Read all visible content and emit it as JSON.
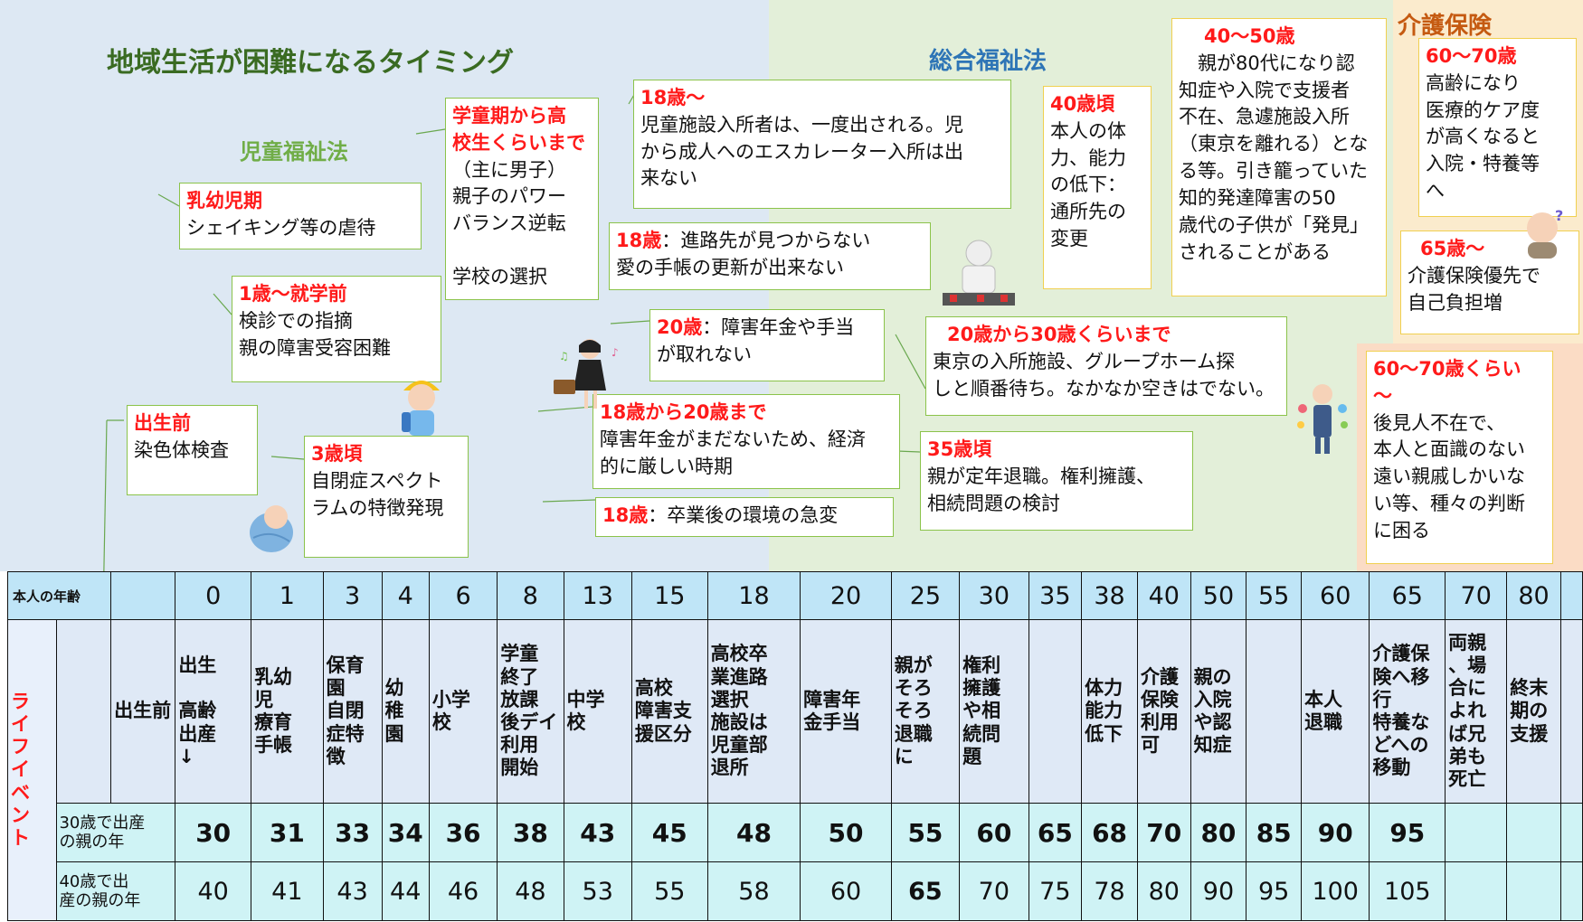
{
  "titles": {
    "main": "地域生活が困難になるタイミング",
    "child_law": "児童福祉法",
    "general_law": "総合福祉法",
    "care_insurance": "介護保険"
  },
  "cards": {
    "infant": {
      "head": "乳幼児期",
      "body": [
        "シェイキング等の虐待"
      ]
    },
    "school": {
      "head": [
        "学童期から高",
        "校生くらいまで"
      ],
      "body": [
        "（主に男子）",
        "親子のパワー",
        "バランス逆転",
        "",
        "学校の選択"
      ]
    },
    "preschool": {
      "head": "1歳～就学前",
      "body": [
        "検診での指摘",
        "親の障害受容困難"
      ]
    },
    "prenatal": {
      "head": "出生前",
      "body": [
        "染色体検査"
      ]
    },
    "age3": {
      "head": "3歳頃",
      "body": [
        "自閉症スペクト",
        "ラムの特徴発現"
      ]
    },
    "age18a": {
      "head": "18歳～",
      "body": [
        "児童施設入所者は、一度出される。児",
        "から成人へのエスカレーター入所は出",
        "来ない"
      ]
    },
    "age18b": {
      "head": "18歳",
      "text": "：進路先が見つからない",
      "body": [
        "愛の手帳の更新が出来ない"
      ]
    },
    "age20": {
      "head": "20歳",
      "text": "：障害年金や手当",
      "body": [
        "が取れない"
      ]
    },
    "age18to20": {
      "head": "18歳から20歳まで",
      "body": [
        "障害年金がまだないため、経済",
        "的に厳しい時期"
      ]
    },
    "age18c": {
      "head": "18歳",
      "text": "：卒業後の環境の急変"
    },
    "age40": {
      "head": "40歳頃",
      "body": [
        "本人の体",
        "力、能力",
        "の低下：",
        "通所先の",
        "変更"
      ]
    },
    "age40to50": {
      "head": "40～50歳",
      "body": [
        "　親が80代になり認",
        "知症や入院で支援者",
        "不在、急遽施設入所",
        "（東京を離れる）とな",
        "る等。引き籠っていた",
        "知的発達障害の50",
        "歳代の子供が「発見」",
        "されることがある"
      ]
    },
    "age60to70a": {
      "head": "60～70歳",
      "body": [
        "高齢になり",
        "医療的ケア度",
        "が高くなると",
        "入院・特養等",
        "へ"
      ]
    },
    "age65": {
      "head": "65歳～",
      "body": [
        "介護保険優先で",
        "自己負担増"
      ]
    },
    "age20to30": {
      "head": "20歳から30歳くらいまで",
      "body": [
        "東京の入所施設、グループホーム探",
        "しと順番待ち。なかなか空きはでない。"
      ]
    },
    "age35": {
      "head": "35歳頃",
      "body": [
        "親が定年退職。権利擁護、",
        "相続問題の検討"
      ]
    },
    "age60to70b": {
      "head": [
        "60～70歳くらい",
        "～"
      ],
      "body": [
        "後見人不在で、",
        "本人と面識のない",
        "遠い親戚しかいな",
        "い等、種々の判断",
        "に困る"
      ]
    }
  },
  "table": {
    "age_label": "本人の年齢",
    "ages": [
      "0",
      "1",
      "3",
      "4",
      "6",
      "8",
      "13",
      "15",
      "18",
      "20",
      "25",
      "30",
      "35",
      "38",
      "40",
      "50",
      "55",
      "60",
      "65",
      "70",
      "80",
      ""
    ],
    "life_label": "ライフイベント",
    "prenatal": "出生前",
    "events": [
      [
        "出生",
        "",
        "高齢",
        "出産",
        "↓"
      ],
      [
        "乳幼",
        "児",
        "療育",
        "手帳"
      ],
      [
        "保育",
        "園",
        "自閉",
        "症特",
        "徴"
      ],
      [
        "幼",
        "稚",
        "園"
      ],
      [
        "小学",
        "校"
      ],
      [
        "学童",
        "終了",
        "放課",
        "後デイ",
        "利用",
        "開始"
      ],
      [
        "中学",
        "校"
      ],
      [
        "高校",
        "障害支",
        "援区分"
      ],
      [
        "高校卒",
        "業進路",
        "選択",
        "施設は",
        "児童部",
        "退所"
      ],
      [
        "障害年",
        "金手当"
      ],
      [
        "親が",
        "そろ",
        "そろ",
        "退職",
        "に"
      ],
      [
        "権利",
        "擁護",
        "や相",
        "続問",
        "題"
      ],
      [],
      [
        "体力",
        "能力",
        "低下"
      ],
      [
        "介護",
        "保険",
        "利用",
        "可"
      ],
      [
        "親の",
        "入院",
        "や認",
        "知症"
      ],
      [],
      [
        "本人",
        "退職"
      ],
      [
        "介護保",
        "険へ移",
        "行",
        "特養な",
        "どへの",
        "移動"
      ],
      [
        "両親",
        "、場",
        "合に",
        "よれ",
        "ば兄",
        "弟も",
        "死亡"
      ],
      [
        "終末",
        "期の",
        "支援"
      ],
      []
    ],
    "row30_label": [
      "30歳で出産",
      "の親の年"
    ],
    "row30": [
      "30",
      "31",
      "33",
      "34",
      "36",
      "38",
      "43",
      "45",
      "48",
      "50",
      "55",
      "60",
      "65",
      "68",
      "70",
      "80",
      "85",
      "90",
      "95",
      "",
      "",
      ""
    ],
    "row40_label": [
      "40歳で出",
      "産の親の年"
    ],
    "row40": [
      "40",
      "41",
      "43",
      "44",
      "46",
      "48",
      "53",
      "55",
      "58",
      "60",
      "65",
      "70",
      "75",
      "78",
      "80",
      "90",
      "95",
      "100",
      "105",
      "",
      "",
      ""
    ]
  },
  "colors": {
    "left_bg": "#dde8f3",
    "mid_bg": "#e3efd9",
    "right_bg": "#fbebcd",
    "far_bg": "#fbdcc5",
    "title_green": "#3a6b22",
    "law_green": "#70ad47",
    "law_blue": "#2e75b6",
    "care_orange": "#c55a11",
    "highlight_red": "#ff1a1a"
  }
}
